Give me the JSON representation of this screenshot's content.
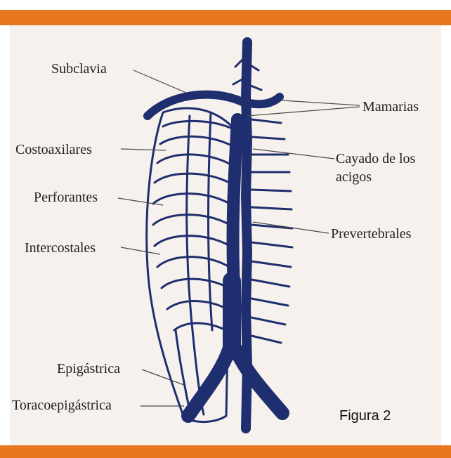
{
  "colors": {
    "accent_bar": "#e8761f",
    "vein": "#1f2e6e",
    "background": "#f6f1ec",
    "text": "#222222"
  },
  "labels": {
    "subclavia": "Subclavia",
    "costoaxilares": "Costoaxilares",
    "perforantes": "Perforantes",
    "intercostales": "Intercostales",
    "epigastrica": "Epigástrica",
    "toracoepigastrica": "Toracoepigástrica",
    "mamarias": "Mamarias",
    "cayado_line1": "Cayado de los",
    "cayado_line2": "acigos",
    "prevertebrales": "Prevertebrales"
  },
  "figure_caption": "Figura 2"
}
